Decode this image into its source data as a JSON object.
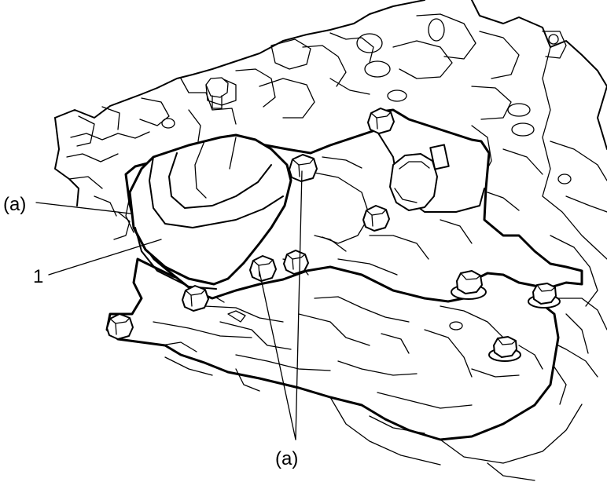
{
  "callouts": {
    "part_number": "1",
    "ref_left": "(a)",
    "ref_bottom": "(a)"
  },
  "colors": {
    "line": "#000000",
    "background": "#ffffff"
  },
  "icons": {
    "bolt": "hex-flange-bolt",
    "cover": "cover-part-1"
  }
}
